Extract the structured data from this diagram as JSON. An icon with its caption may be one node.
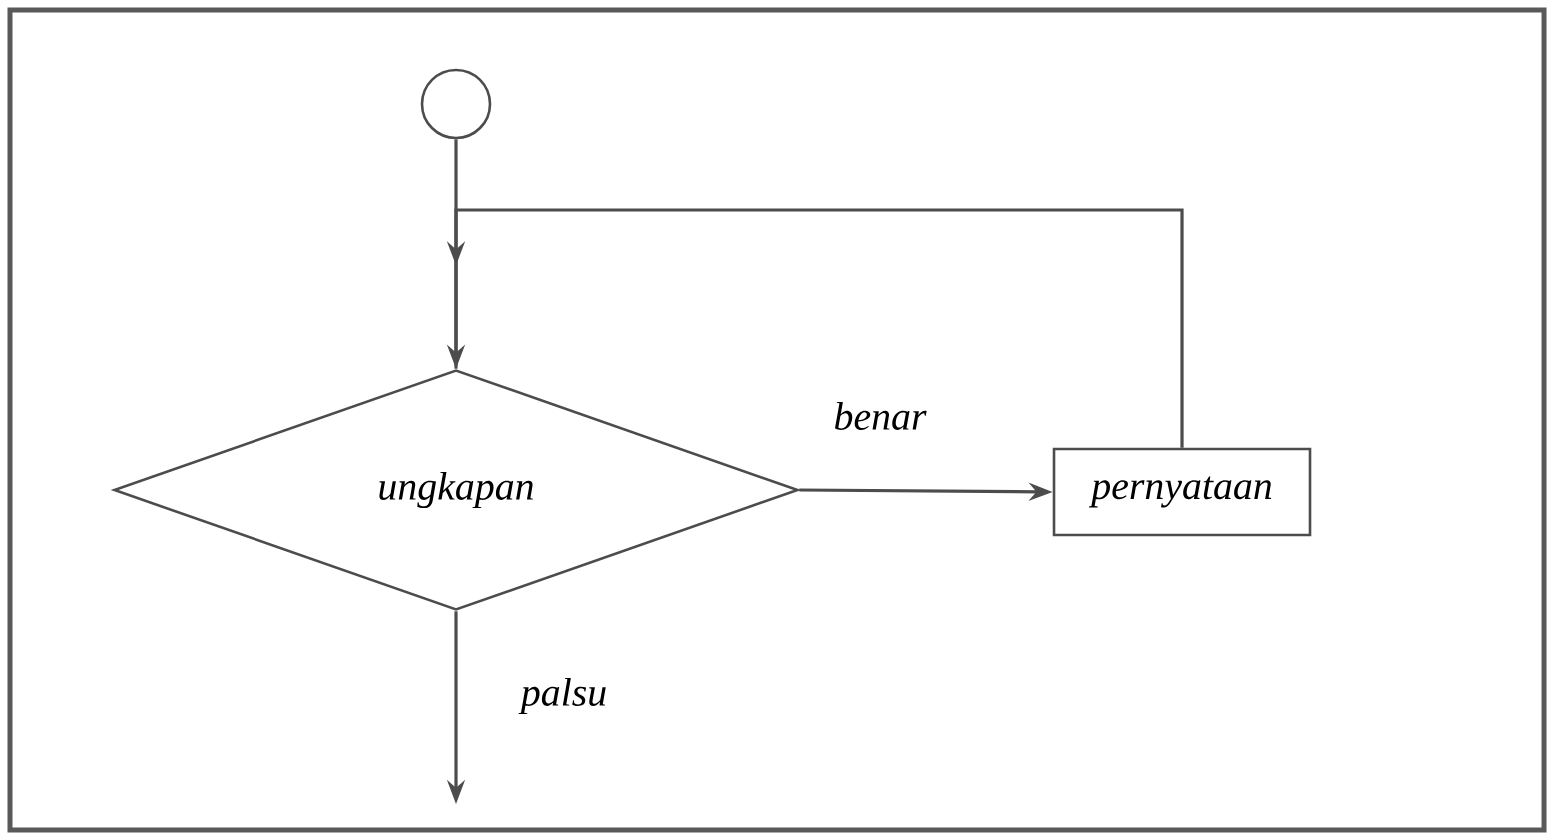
{
  "diagram": {
    "nodes": [
      {
        "text": [],
        "shape": "circle"
      },
      {
        "text": [
          "ungkapan"
        ]
      },
      {
        "text": [
          "pernyataan"
        ]
      }
    ],
    "edges": [
      {
        "from": 0,
        "to": 1,
        "arrow": "to"
      },
      {
        "from": 2,
        "to": 1,
        "arrow": "to"
      },
      {
        "from": 1,
        "to": 2,
        "arrow": "to",
        "label": "benar"
      },
      {
        "from": 1,
        "to": null,
        "arrow": "to",
        "label": "palsu"
      }
    ]
  }
}
